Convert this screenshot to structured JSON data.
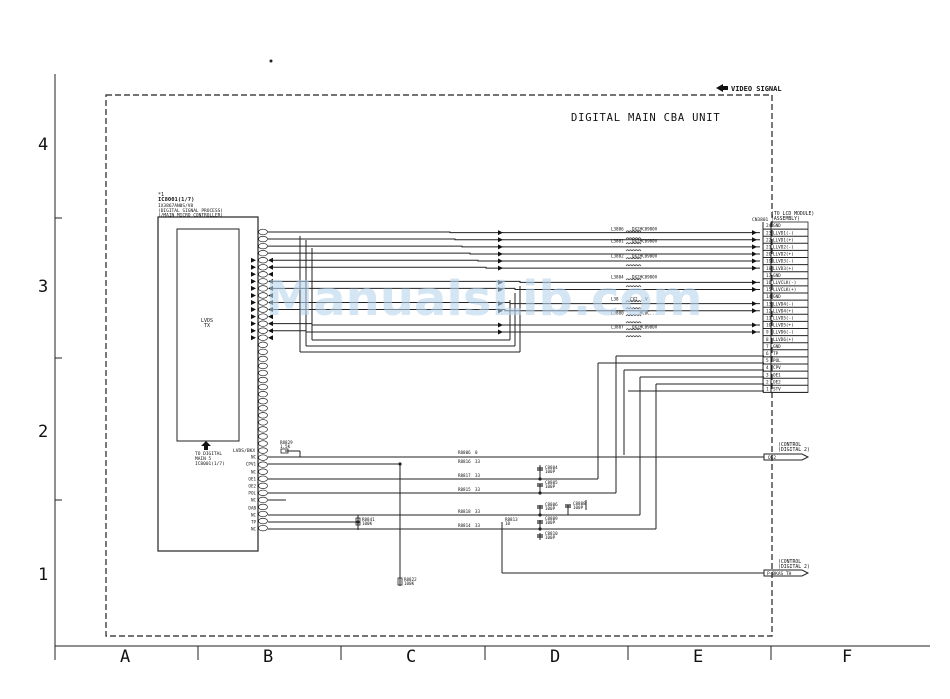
{
  "title": "DIGITAL MAIN CBA UNIT",
  "video_signal": "VIDEO SIGNAL",
  "watermark": "ManualsLib.com",
  "row_labels": [
    "4",
    "3",
    "2",
    "1"
  ],
  "col_labels": [
    "A",
    "B",
    "C",
    "D",
    "E",
    "F"
  ],
  "ic": {
    "ref": "IC8001(1/7)",
    "part": "IX3867AN0S/V8",
    "desc1": "(DIGITAL SIGNAL PROCESS)",
    "desc2": "(/MAIN MICRO CONTROLLER)",
    "inner_l1": "LVDS",
    "inner_l2": "TX",
    "note1": "TO DIGITAL",
    "note2": "MAIN 5",
    "note3": "IC8001(1/7)",
    "label_lvds_bkx": "LVDS/BKX",
    "left_labels": [
      "NC",
      "CPV1",
      "NC",
      "OE1",
      "OE2",
      "POL",
      "NC",
      "DAB",
      "NC",
      "TP",
      "NC"
    ]
  },
  "components": {
    "r8829": "R8829",
    "r8829_val": "1.5K",
    "r8806": "R8806",
    "r8806_val": "0",
    "r8816": "R8816",
    "r8816_val": "33",
    "r8817": "R8817",
    "r8817_val": "33",
    "r8815": "R8815",
    "r8815_val": "33",
    "r8818": "R8818",
    "r8818_val": "33",
    "r8814": "R8814",
    "r8814_val": "33",
    "r8813": "R8813",
    "r8813_val": "10",
    "r8841": "R8841",
    "r8841_val": "100K",
    "r8822": "R8822",
    "r8822_val": "100K",
    "c8804": "C8804",
    "c8804_val": "100P",
    "c8805": "C8805",
    "c8805_val": "100P",
    "c8806": "C8806",
    "c8806_val": "100P",
    "c8808": "C8808",
    "c8808_val": "100P",
    "c8809": "C8809",
    "c8809_val": "100P",
    "c8810": "C8810",
    "c8810_val": "100P"
  },
  "filters": [
    {
      "ref": "L3806",
      "part": "DX2HC0900V"
    },
    {
      "ref": "L3801",
      "part": "DX2HC0900V"
    },
    {
      "ref": "L3802",
      "part": "DX2HC0900V"
    },
    {
      "ref": "L3804",
      "part": "DX2HC0900V"
    },
    {
      "ref": "L38",
      "part": "CX2...V"
    },
    {
      "ref": "L3800",
      "part": "...HC0C..."
    },
    {
      "ref": "L3807",
      "part": "DX2HC0900V"
    }
  ],
  "connector": {
    "ref": "CN3801",
    "dest1": "(TO LCD MODULE)",
    "dest2": "(ASSEMBLY)",
    "pins": [
      {
        "num": "24",
        "name": "GND"
      },
      {
        "num": "23",
        "name": "LLVD1(-)"
      },
      {
        "num": "22",
        "name": "LLVD1(+)"
      },
      {
        "num": "21",
        "name": "LLVD2(-)"
      },
      {
        "num": "20",
        "name": "LLVD2(+)"
      },
      {
        "num": "19",
        "name": "LLVD3(-)"
      },
      {
        "num": "18",
        "name": "LLVD3(+)"
      },
      {
        "num": "17",
        "name": "GND"
      },
      {
        "num": "16",
        "name": "LLVCLK(-)"
      },
      {
        "num": "15",
        "name": "LLVCLK(+)"
      },
      {
        "num": "14",
        "name": "GND"
      },
      {
        "num": "13",
        "name": "LLVD4(-)"
      },
      {
        "num": "12",
        "name": "LLVD4(+)"
      },
      {
        "num": "11",
        "name": "LLVD5(-)"
      },
      {
        "num": "10",
        "name": "LLVD5(+)"
      },
      {
        "num": "9",
        "name": "LLVD6(-)"
      },
      {
        "num": "8",
        "name": "LLVD6(+)"
      },
      {
        "num": "7",
        "name": "GND"
      },
      {
        "num": "6",
        "name": "TP"
      },
      {
        "num": "5",
        "name": "POL"
      },
      {
        "num": "4",
        "name": "CPV"
      },
      {
        "num": "3",
        "name": "OE1"
      },
      {
        "num": "2",
        "name": "OE2"
      },
      {
        "num": "1",
        "name": "STV"
      }
    ]
  },
  "offpage": {
    "ctrl1_l1": "(CONTROL",
    "ctrl1_l2": "(DIGITAL 2)",
    "ctrl1_sig": "OE2",
    "ctrl2_l1": "(CONTROL",
    "ctrl2_l2": "(DIGITAL 2)",
    "ctrl2_sig": "P-BKAS_TH"
  }
}
